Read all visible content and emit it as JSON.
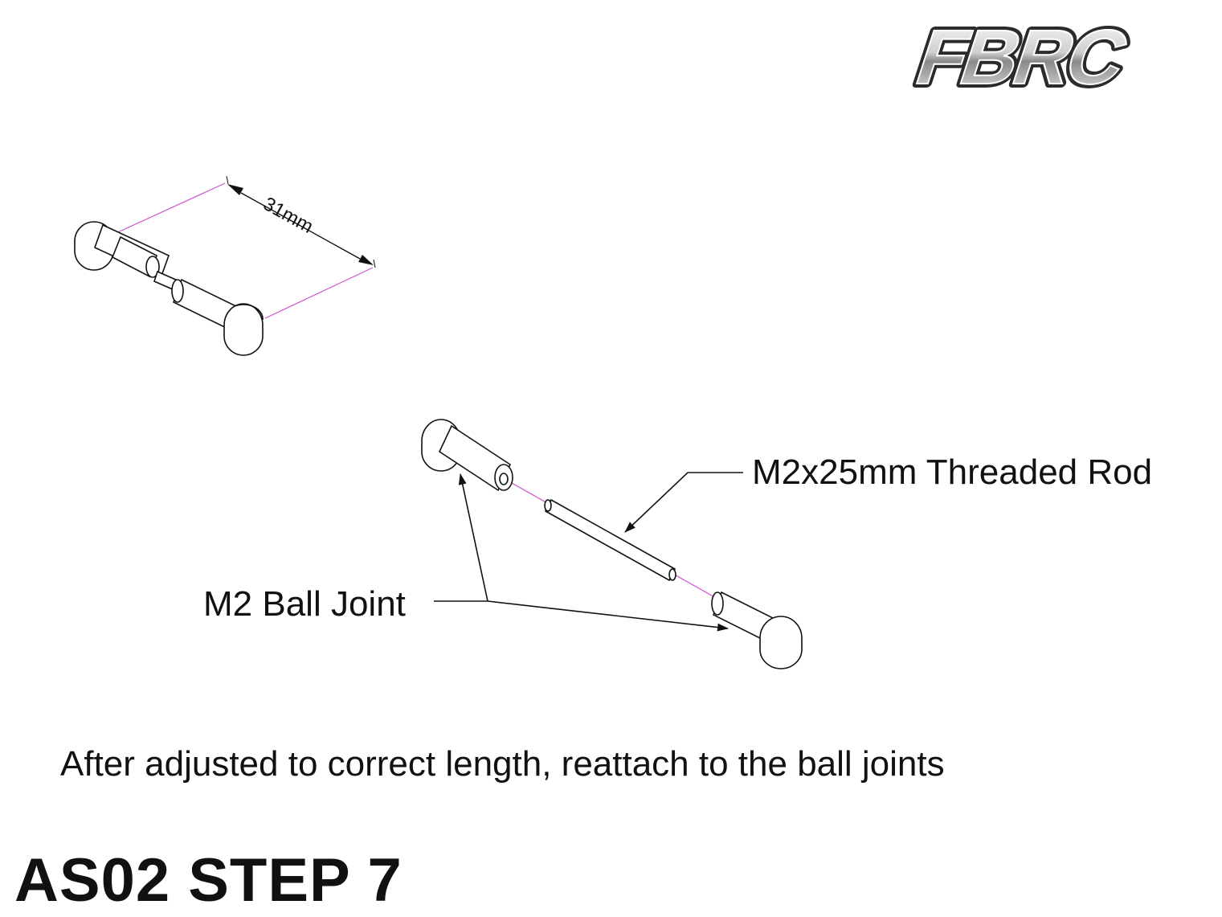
{
  "brand": {
    "logo_text": "FBRC"
  },
  "dimension": {
    "label": "31mm"
  },
  "callouts": {
    "rod": "M2x25mm Threaded Rod",
    "ball_joint": "M2 Ball Joint"
  },
  "instruction": "After adjusted to correct length, reattach to the ball joints",
  "step_title": "AS02 STEP 7",
  "colors": {
    "line": "#111111",
    "guide": "#d24fd2",
    "logo_dark": "#2b2b2b",
    "logo_light": "#e8e8e8"
  }
}
